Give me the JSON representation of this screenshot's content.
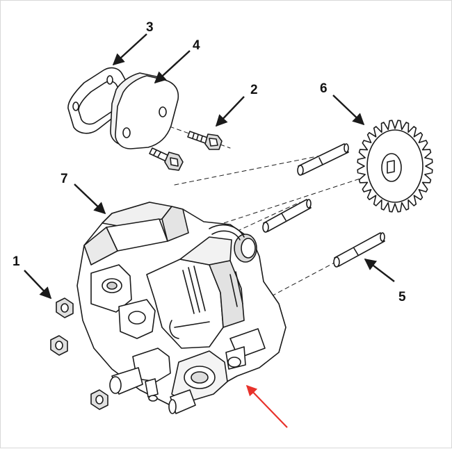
{
  "diagram": {
    "callouts": [
      {
        "id": "c1",
        "text": "1"
      },
      {
        "id": "c2",
        "text": "2"
      },
      {
        "id": "c3",
        "text": "3"
      },
      {
        "id": "c4",
        "text": "4"
      },
      {
        "id": "c5",
        "text": "5"
      },
      {
        "id": "c6",
        "text": "6"
      },
      {
        "id": "c7",
        "text": "7"
      }
    ],
    "colors": {
      "line": "#1a1a1a",
      "fill": "#ffffff",
      "shade": "#e6e6e6",
      "dark": "#555555",
      "highlight_arrow": "#e8322b"
    }
  }
}
